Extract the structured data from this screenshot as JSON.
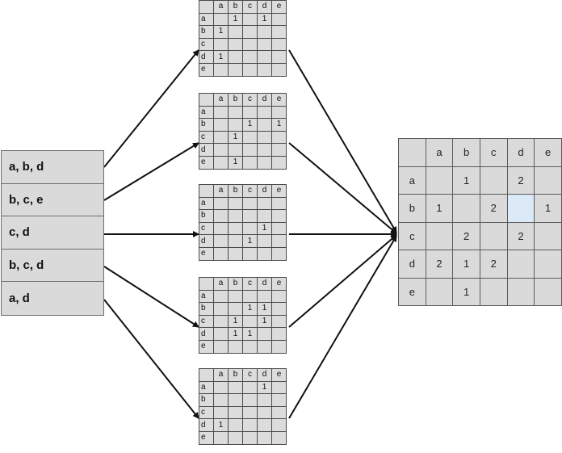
{
  "transactions": [
    "a, b, d",
    "b, c, e",
    "c, d",
    "b, c, d",
    "a, d"
  ],
  "small_matrices": [
    {
      "header": [
        "",
        "a",
        "b",
        "c",
        "d",
        "e"
      ],
      "rows": [
        [
          "a",
          "",
          "1",
          "",
          "1",
          ""
        ],
        [
          "b",
          "1",
          "",
          "",
          "",
          ""
        ],
        [
          "c",
          "",
          "",
          "",
          "",
          ""
        ],
        [
          "d",
          "1",
          "",
          "",
          "",
          ""
        ],
        [
          "e",
          "",
          "",
          "",
          "",
          ""
        ]
      ]
    },
    {
      "header": [
        "",
        "a",
        "b",
        "c",
        "d",
        "e"
      ],
      "rows": [
        [
          "a",
          "",
          "",
          "",
          "",
          ""
        ],
        [
          "b",
          "",
          "",
          "1",
          "",
          "1"
        ],
        [
          "c",
          "",
          "1",
          "",
          "",
          ""
        ],
        [
          "d",
          "",
          "",
          "",
          "",
          ""
        ],
        [
          "e",
          "",
          "1",
          "",
          "",
          ""
        ]
      ]
    },
    {
      "header": [
        "",
        "a",
        "b",
        "c",
        "d",
        "e"
      ],
      "rows": [
        [
          "a",
          "",
          "",
          "",
          "",
          ""
        ],
        [
          "b",
          "",
          "",
          "",
          "",
          ""
        ],
        [
          "c",
          "",
          "",
          "",
          "1",
          ""
        ],
        [
          "d",
          "",
          "",
          "1",
          "",
          ""
        ],
        [
          "e",
          "",
          "",
          "",
          "",
          ""
        ]
      ]
    },
    {
      "header": [
        "",
        "a",
        "b",
        "c",
        "d",
        "e"
      ],
      "rows": [
        [
          "a",
          "",
          "",
          "",
          "",
          ""
        ],
        [
          "b",
          "",
          "",
          "1",
          "1",
          ""
        ],
        [
          "c",
          "",
          "1",
          "",
          "1",
          ""
        ],
        [
          "d",
          "",
          "1",
          "1",
          "",
          ""
        ],
        [
          "e",
          "",
          "",
          "",
          "",
          ""
        ]
      ]
    },
    {
      "header": [
        "",
        "a",
        "b",
        "c",
        "d",
        "e"
      ],
      "rows": [
        [
          "a",
          "",
          "",
          "",
          "1",
          ""
        ],
        [
          "b",
          "",
          "",
          "",
          "",
          ""
        ],
        [
          "c",
          "",
          "",
          "",
          "",
          ""
        ],
        [
          "d",
          "1",
          "",
          "",
          "",
          ""
        ],
        [
          "e",
          "",
          "",
          "",
          "",
          ""
        ]
      ]
    }
  ],
  "result_matrix": {
    "header": [
      "",
      "a",
      "b",
      "c",
      "d",
      "e"
    ],
    "rows": [
      [
        "a",
        "",
        "1",
        "",
        "2",
        ""
      ],
      [
        "b",
        "1",
        "",
        "2",
        "",
        "1"
      ],
      [
        "c",
        "",
        "2",
        "",
        "2",
        ""
      ],
      [
        "d",
        "2",
        "1",
        "2",
        "",
        ""
      ],
      [
        "e",
        "",
        "1",
        "",
        "",
        ""
      ]
    ],
    "highlight_color": "#dce9f7"
  },
  "colors": {
    "cell_fill": "#dcdcdc",
    "border": "#4a4a4a",
    "arrow": "#111111"
  }
}
